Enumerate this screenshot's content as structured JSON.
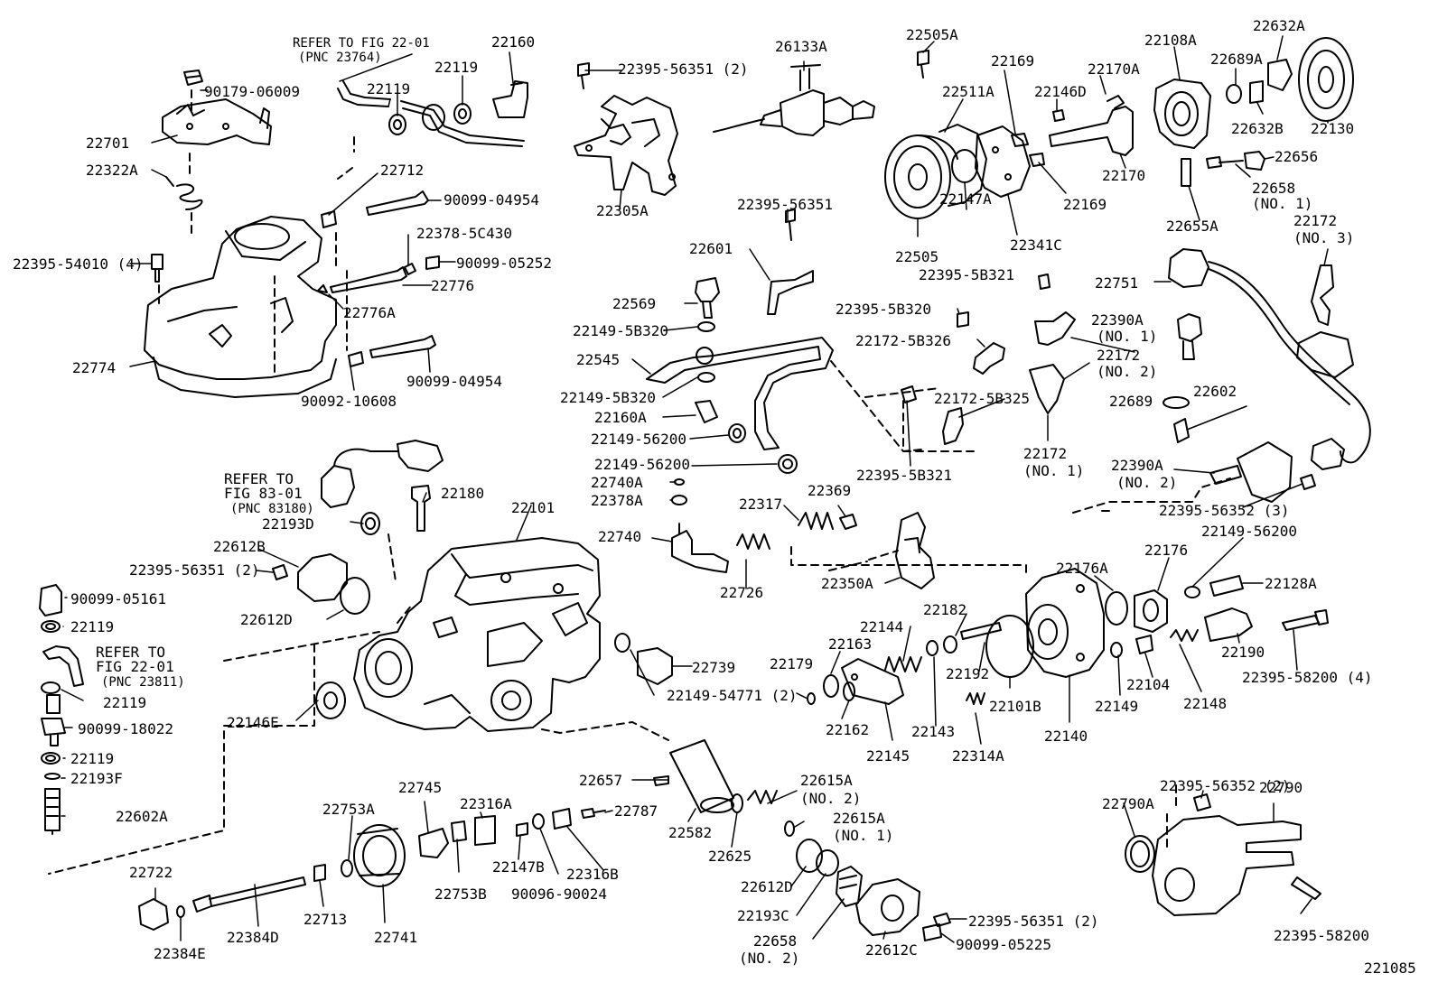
{
  "diagram": {
    "figure_number": "221085",
    "parts": {
      "p90179_06009": "90179-06009",
      "p22701": "22701",
      "p22322A": "22322A",
      "p22395_54010_4": "22395-54010 (4)",
      "p22774": "22774",
      "p22160": "22160",
      "p22119_a": "22119",
      "p22119_b": "22119",
      "p22712": "22712",
      "p90099_04954_a": "90099-04954",
      "p22378_5C430": "22378-5C430",
      "p90099_05252": "90099-05252",
      "p22776": "22776",
      "p22776A": "22776A",
      "p90099_04954_b": "90099-04954",
      "p90092_10608": "90092-10608",
      "p22395_56351_2_a": "22395-56351 (2)",
      "p22305A": "22305A",
      "p26133A": "26133A",
      "p22395_56351": "22395-56351",
      "p22601": "22601",
      "p22569": "22569",
      "p22149_5B320_a": "22149-5B320",
      "p22545": "22545",
      "p22149_5B320_b": "22149-5B320",
      "p22160A": "22160A",
      "p22149_56200_a": "22149-56200",
      "p22149_56200_b": "22149-56200",
      "p22740A": "22740A",
      "p22378A": "22378A",
      "p22740": "22740",
      "p22317": "22317",
      "p22369": "22369",
      "p22726": "22726",
      "p22350A": "22350A",
      "p22505A": "22505A",
      "p22511A": "22511A",
      "p22169_a": "22169",
      "p22146D": "22146D",
      "p22170A": "22170A",
      "p22108A": "22108A",
      "p22632A": "22632A",
      "p22689A": "22689A",
      "p22632B": "22632B",
      "p22130": "22130",
      "p22170": "22170",
      "p22169_b": "22169",
      "p22147A": "22147A",
      "p22505": "22505",
      "p22341C": "22341C",
      "p22656": "22656",
      "p22658_1": "22658",
      "p22658_1_no": "(NO. 1)",
      "p22655A": "22655A",
      "p22172_3": "22172",
      "p22172_3_no": "(NO. 3)",
      "p22751": "22751",
      "p22395_5B321_a": "22395-5B321",
      "p22395_5B320": "22395-5B320",
      "p22172_5B326": "22172-5B326",
      "p22390A_1": "22390A",
      "p22390A_1_no": "(NO. 1)",
      "p22172_2": "22172",
      "p22172_2_no": "(NO. 2)",
      "p22172_5B325": "22172-5B325",
      "p22689": "22689",
      "p22602": "22602",
      "p22395_5B321_b": "22395-5B321",
      "p22172_1": "22172",
      "p22172_1_no": "(NO. 1)",
      "p22390A_2": "22390A",
      "p22390A_2_no": "(NO. 2)",
      "p22395_56352_3": "22395-56352 (3)",
      "p22149_56200_c": "22149-56200",
      "p22176": "22176",
      "p22176A": "22176A",
      "p22128A": "22128A",
      "p22182": "22182",
      "p22144": "22144",
      "p22163": "22163",
      "p22179": "22179",
      "p22192": "22192",
      "p22190": "22190",
      "p22395_58200_4": "22395-58200 (4)",
      "p22104": "22104",
      "p22148": "22148",
      "p22149": "22149",
      "p22101B": "22101B",
      "p22143": "22143",
      "p22162": "22162",
      "p22145": "22145",
      "p22314A": "22314A",
      "p22140": "22140",
      "p22180": "22180",
      "p22101": "22101",
      "p22193D": "22193D",
      "p22612B": "22612B",
      "p22395_56351_2_b": "22395-56351 (2)",
      "p22612D_a": "22612D",
      "p22739": "22739",
      "p22149_54771_2": "22149-54771 (2)",
      "p22146E": "22146E",
      "p90099_05161": "90099-05161",
      "p22119_c": "22119",
      "p22119_d": "22119",
      "p90099_18022": "90099-18022",
      "p22119_e": "22119",
      "p22193F": "22193F",
      "p22602A": "22602A",
      "p22745": "22745",
      "p22753A": "22753A",
      "p22316A": "22316A",
      "p22657": "22657",
      "p22787": "22787",
      "p22582": "22582",
      "p22625": "22625",
      "p22615A_2": "22615A",
      "p22615A_2_no": "(NO. 2)",
      "p22615A_1": "22615A",
      "p22615A_1_no": "(NO. 1)",
      "p22753B": "22753B",
      "p22147B": "22147B",
      "p90096_90024": "90096-90024",
      "p22316B": "22316B",
      "p22612D_b": "22612D",
      "p22193C": "22193C",
      "p22658_2": "22658",
      "p22658_2_no": "(NO. 2)",
      "p22612C": "22612C",
      "p22395_56351_2_c": "22395-56351 (2)",
      "p90099_05225": "90099-05225",
      "p22722": "22722",
      "p22384E": "22384E",
      "p22384D": "22384D",
      "p22713": "22713",
      "p22741": "22741",
      "p22395_56352_2": "22395-56352 (2)",
      "p22790A": "22790A",
      "p22790": "22790",
      "p22395_58200": "22395-58200"
    },
    "references": {
      "ref_fig_22_01_a_1": "REFER TO FIG 22-01",
      "ref_fig_22_01_a_2": "(PNC 23764)",
      "ref_fig_83_01_1": "REFER TO",
      "ref_fig_83_01_2": "FIG 83-01",
      "ref_fig_83_01_3": "(PNC 83180)",
      "ref_fig_22_01_b_1": "REFER TO",
      "ref_fig_22_01_b_2": "FIG 22-01",
      "ref_fig_22_01_b_3": "(PNC 23811)"
    }
  }
}
